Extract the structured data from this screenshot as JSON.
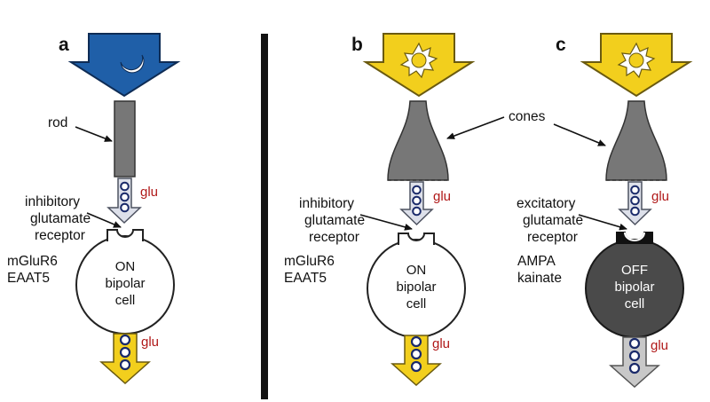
{
  "panels": {
    "a": {
      "letter": "a",
      "photoreceptor_label": "rod",
      "glu_top": "glu",
      "receptor_lines": [
        "inhibitory",
        "glutamate",
        "receptor"
      ],
      "gene_lines": [
        "mGluR6",
        "EAAT5"
      ],
      "cell_lines": [
        "ON",
        "bipolar",
        "cell"
      ],
      "glu_bottom": "glu",
      "light_icon": "moon-icon"
    },
    "b": {
      "letter": "b",
      "glu_top": "glu",
      "receptor_lines": [
        "inhibitory",
        "glutamate",
        "receptor"
      ],
      "gene_lines": [
        "mGluR6",
        "EAAT5"
      ],
      "cell_lines": [
        "ON",
        "bipolar",
        "cell"
      ],
      "glu_bottom": "glu",
      "light_icon": "sun-icon"
    },
    "c": {
      "letter": "c",
      "glu_top": "glu",
      "receptor_lines": [
        "excitatory",
        "glutamate",
        "receptor"
      ],
      "gene_lines": [
        "AMPA",
        "kainate"
      ],
      "cell_lines": [
        "OFF",
        "bipolar",
        "cell"
      ],
      "glu_bottom": "glu",
      "light_icon": "sun-icon"
    }
  },
  "shared": {
    "cones_label": "cones"
  },
  "colors": {
    "dark_arrow": "#1f5fa8",
    "light_arrow": "#f2cf1d",
    "cell_body_dark": "#4a4a4a",
    "photoreceptor": "#777777",
    "glu_text": "#b01818",
    "off_output_arrow": "#c8c8c8"
  }
}
